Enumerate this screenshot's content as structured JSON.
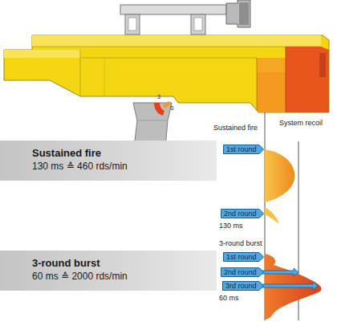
{
  "diagram": {
    "nodes": [
      {
        "text": [
          "Sustained fire",
          "130 ms ≙ 460 rds/min"
        ]
      },
      {
        "text": [
          "1st round"
        ]
      },
      {
        "text": [
          "2nd round"
        ]
      },
      {
        "text": [
          "3-round burst",
          "60 ms ≙ 2000 rds/min"
        ]
      },
      {
        "text": [
          "1st round"
        ]
      },
      {
        "text": [
          "2nd round"
        ]
      },
      {
        "text": [
          "3rd round"
        ]
      }
    ],
    "labels": [
      "Sustained fire",
      "System recoil",
      "130 ms",
      "3-round burst",
      "60 ms",
      "3",
      "S"
    ]
  }
}
